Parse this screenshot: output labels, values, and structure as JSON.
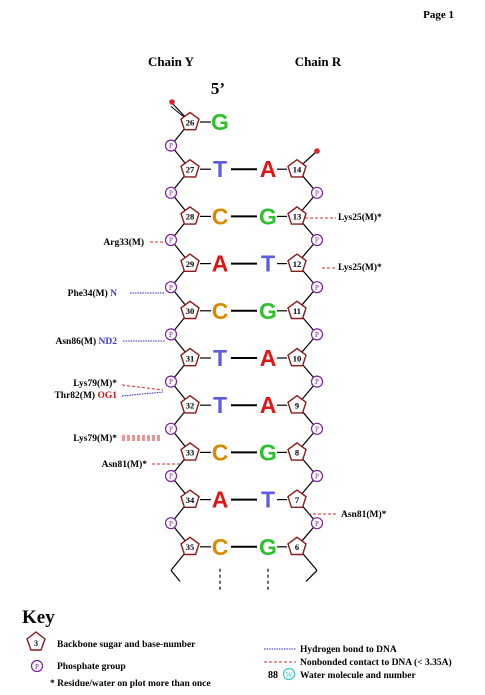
{
  "page_label": "Page 1",
  "chain_left_label": "Chain Y",
  "chain_right_label": "Chain R",
  "five_prime_label": "5’",
  "colors": {
    "G": "#2ec12e",
    "T": "#5c5ce6",
    "A": "#e01515",
    "C": "#d98a00",
    "sugar": "#8b1a1a",
    "phosphate": "#7a1fa2",
    "backbone": "#000000",
    "hbond": "#2a2ad4",
    "nonbond": "#d42a2a",
    "atom_blue": "#3a3ad6",
    "atom_red": "#c41414",
    "water": "#33c9d1"
  },
  "pairs": [
    {
      "left_num": "26",
      "left_base": "G",
      "right_num": "",
      "right_base": ""
    },
    {
      "left_num": "27",
      "left_base": "T",
      "right_num": "14",
      "right_base": "A"
    },
    {
      "left_num": "28",
      "left_base": "C",
      "right_num": "13",
      "right_base": "G"
    },
    {
      "left_num": "29",
      "left_base": "A",
      "right_num": "12",
      "right_base": "T"
    },
    {
      "left_num": "30",
      "left_base": "C",
      "right_num": "11",
      "right_base": "G"
    },
    {
      "left_num": "31",
      "left_base": "T",
      "right_num": "10",
      "right_base": "A"
    },
    {
      "left_num": "32",
      "left_base": "T",
      "right_num": "9",
      "right_base": "A"
    },
    {
      "left_num": "33",
      "left_base": "C",
      "right_num": "8",
      "right_base": "G"
    },
    {
      "left_num": "34",
      "left_base": "A",
      "right_num": "7",
      "right_base": "T"
    },
    {
      "left_num": "35",
      "left_base": "C",
      "right_num": "6",
      "right_base": "G"
    }
  ],
  "phosphate_symbol": "P",
  "interactions": [
    {
      "label": "Lys25(M)*",
      "atom": "",
      "side": "right",
      "type": "nonbond"
    },
    {
      "label": "Arg33(M)",
      "atom": "",
      "side": "left",
      "type": "nonbond"
    },
    {
      "label": "Lys25(M)*",
      "atom": "",
      "side": "right",
      "type": "nonbond"
    },
    {
      "label": "Phe34(M)",
      "atom": "N",
      "side": "left",
      "type": "hbond"
    },
    {
      "label": "Asn86(M)",
      "atom": "ND2",
      "side": "left",
      "type": "hbond"
    },
    {
      "label": "Lys79(M)*",
      "atom": "",
      "side": "left",
      "type": "nonbond"
    },
    {
      "label": "Thr82(M)",
      "atom": "OG1",
      "side": "left",
      "type": "hbond"
    },
    {
      "label": "Lys79(M)*",
      "atom": "",
      "side": "left",
      "type": "nonbond"
    },
    {
      "label": "Asn81(M)*",
      "atom": "",
      "side": "left",
      "type": "nonbond"
    },
    {
      "label": "Asn81(M)*",
      "atom": "",
      "side": "right",
      "type": "nonbond"
    }
  ],
  "key": {
    "title": "Key",
    "sugar_number": "3",
    "sugar_text": "Backbone sugar and base-number",
    "phosphate_text": "Phosphate group",
    "residue_note": "* Residue/water on plot more than once",
    "hbond_text": "Hydrogen bond to DNA",
    "nonbond_text": "Nonbonded contact to DNA (< 3.35A)",
    "water_number": "88",
    "water_symbol": "W",
    "water_text": "Water molecule and number"
  }
}
